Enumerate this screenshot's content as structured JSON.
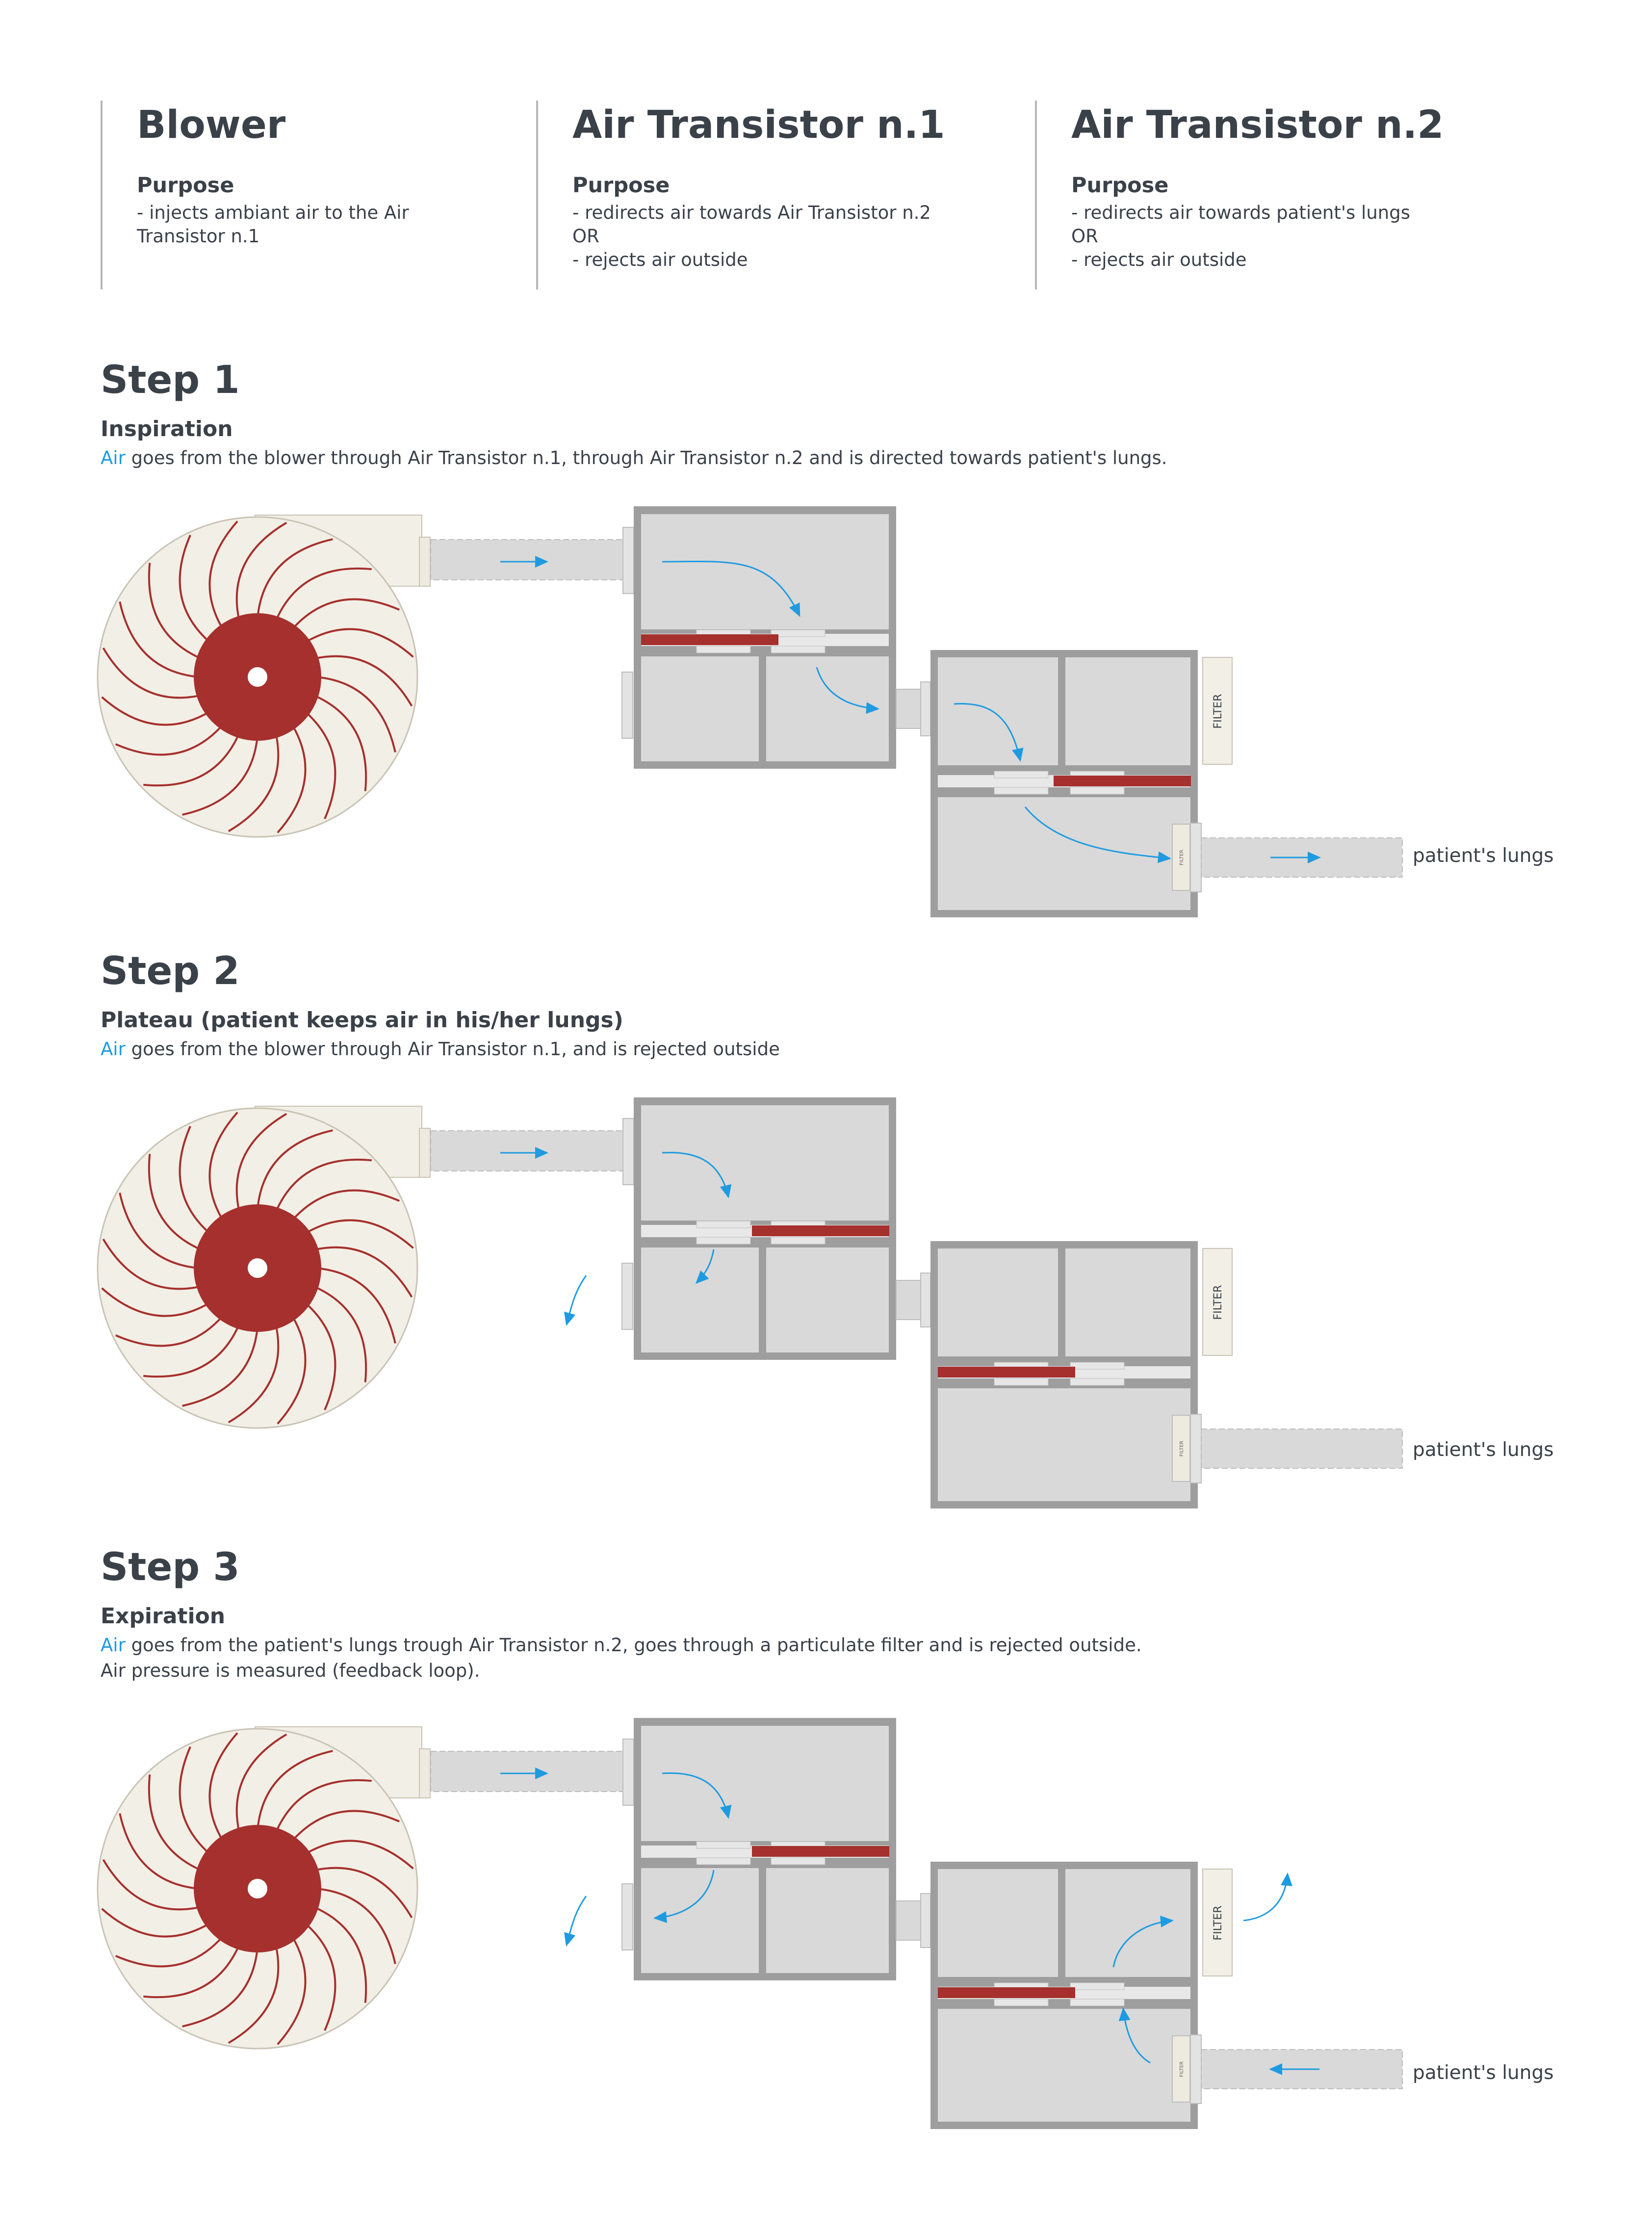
{
  "components": [
    {
      "title": "Blower",
      "purpose_label": "Purpose",
      "description": "- injects ambiant air to the Air\nTransistor n.1"
    },
    {
      "title": "Air Transistor n.1",
      "purpose_label": "Purpose",
      "description": "- redirects air towards Air Transistor n.2\nOR\n- rejects air outside"
    },
    {
      "title": "Air Transistor n.2",
      "purpose_label": "Purpose",
      "description": "- redirects air towards patient's lungs\nOR\n- rejects air outside"
    }
  ],
  "steps": [
    {
      "title": "Step 1",
      "subtitle": "Inspiration",
      "air_word": "Air",
      "text": " goes from the blower through Air Transistor n.1, through Air Transistor n.2 and is directed towards patient's lungs.",
      "text2": ""
    },
    {
      "title": "Step 2",
      "subtitle": "Plateau (patient keeps air in his/her lungs)",
      "air_word": "Air",
      "text": " goes from the blower through Air Transistor n.1, and is rejected outside",
      "text2": ""
    },
    {
      "title": "Step 3",
      "subtitle": "Expiration",
      "air_word": "Air",
      "text": " goes from the patient's lungs trough Air Transistor n.2, goes through a particulate filter and is rejected outside.",
      "text2": "Air pressure is measured (feedback loop)."
    }
  ],
  "labels": {
    "filter": "FILTER",
    "lungs": "patient's lungs",
    "small_filter": "FILTER"
  },
  "colors": {
    "air_arrow": "#1e9be0",
    "valve": "#a5302d",
    "blower_body": "#f2efe6",
    "transistor_frame": "#9e9e9e",
    "chamber": "#d9d9d9",
    "text": "#3b4149"
  }
}
